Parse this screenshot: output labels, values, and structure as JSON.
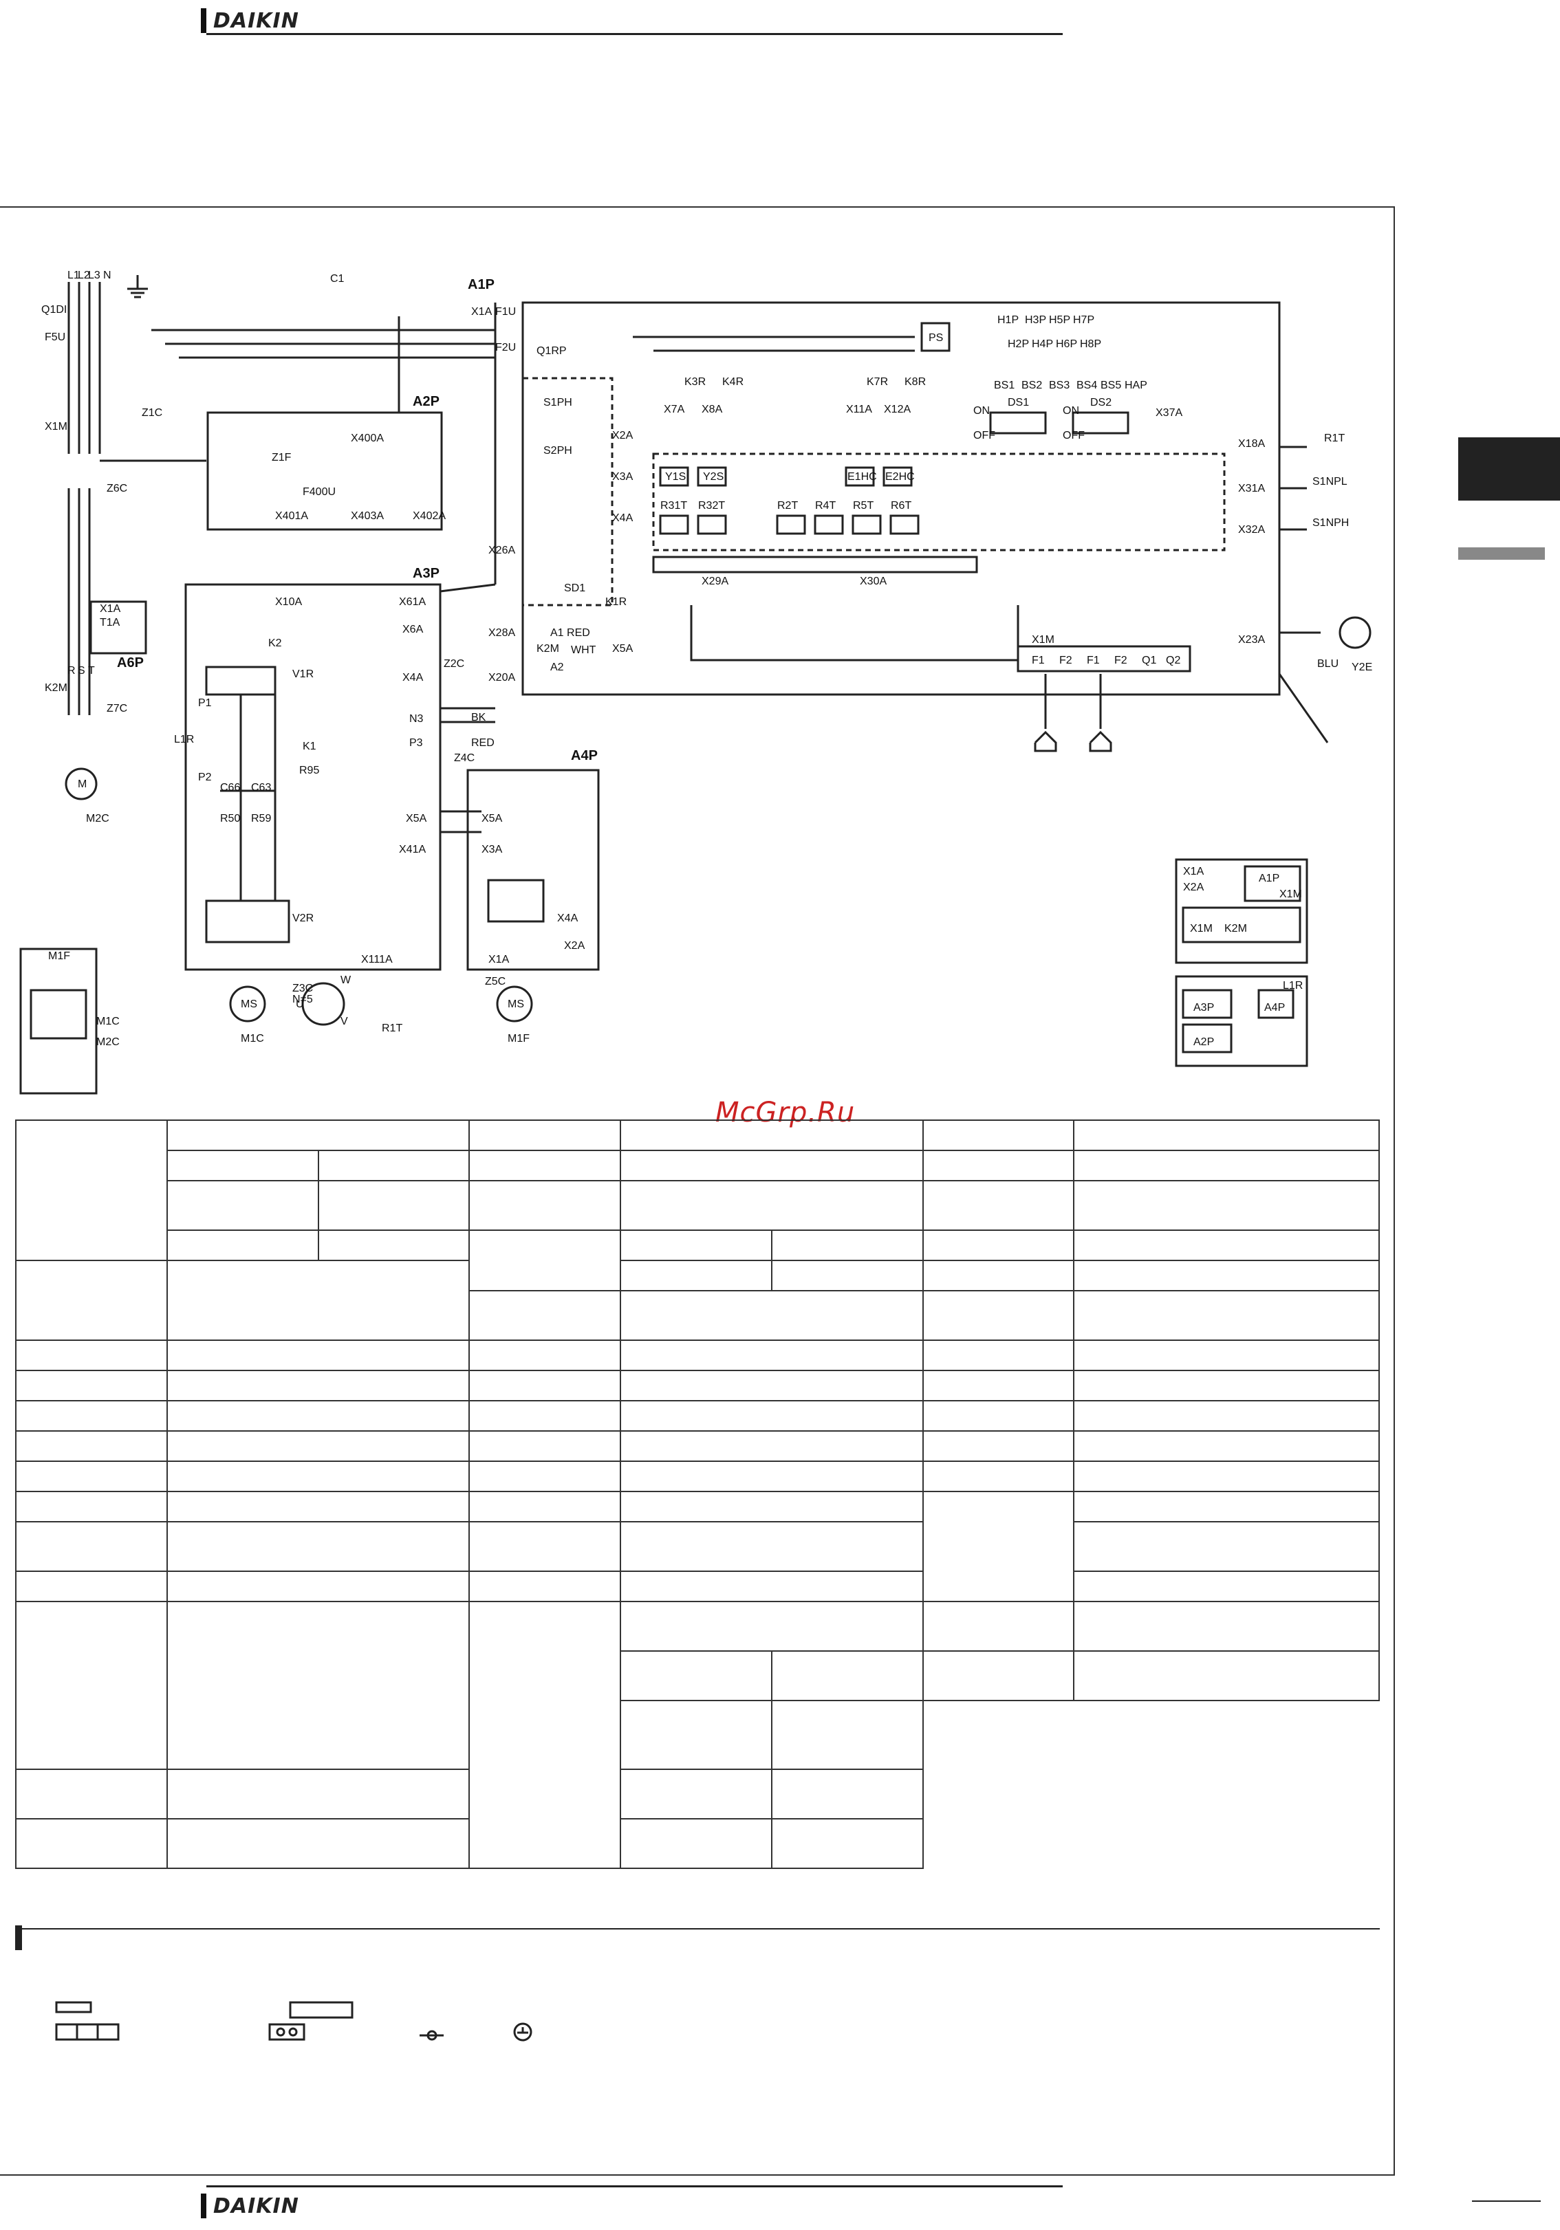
{
  "header": {
    "brand": "DAIKIN"
  },
  "footer": {
    "brand": "DAIKIN"
  },
  "watermark": "McGrp.Ru",
  "diagram": {
    "blocks": {
      "a1p": "A1P",
      "a2p": "A2P",
      "a3p": "A3P",
      "a4p": "A4P",
      "a6p": "A6P"
    },
    "labels": {
      "l1": "L1",
      "l2": "L2",
      "l3": "L3",
      "n": "N",
      "q1di": "Q1DI",
      "f5u": "F5U",
      "x1m": "X1M",
      "z1c": "Z1C",
      "z6c": "Z6C",
      "c1": "C1",
      "x1a": "X1A",
      "f1u": "F1U",
      "f2u": "F2U",
      "q1rp": "Q1RP",
      "ps": "PS",
      "s1ph": "S1PH",
      "s2ph": "S2PH",
      "x2a": "X2A",
      "x3a": "X3A",
      "x4a": "X4A",
      "x5a": "X5A",
      "sd1": "SD1",
      "k1r": "K1R",
      "a1red": "A1 RED",
      "k2m": "K2M",
      "wht": "WHT",
      "a2": "A2",
      "x7a": "X7A",
      "x8a": "X8A",
      "x11a": "X11A",
      "x12a": "X12A",
      "k3r": "K3R",
      "k4r": "K4R",
      "k7r": "K7R",
      "k8r": "K8R",
      "y1s": "Y1S",
      "y2s": "Y2S",
      "e1hc": "E1HC",
      "e2hc": "E2HC",
      "r31t": "R31T",
      "r32t": "R32T",
      "r2t": "R2T",
      "r4t": "R4T",
      "r5t": "R5T",
      "r6t": "R6T",
      "x29a": "X29A",
      "x30a": "X30A",
      "h1p": "H1P",
      "h3p": "H3P",
      "h5p": "H5P",
      "h7p": "H7P",
      "h2p": "H2P",
      "h4p": "H4P",
      "h6p": "H6P",
      "h8p": "H8P",
      "bs1": "BS1",
      "bs2": "BS2",
      "bs3": "BS3",
      "bs4": "BS4",
      "bs5": "BS5",
      "hap": "HAP",
      "ds1": "DS1",
      "ds2": "DS2",
      "on": "ON",
      "off": "OFF",
      "x37a": "X37A",
      "x18a": "X18A",
      "r1t": "R1T",
      "x31a": "X31A",
      "s1npl": "S1NPL",
      "x32a": "X32A",
      "s1nph": "S1NPH",
      "x23a": "X23A",
      "y2e": "Y2E",
      "blu": "BLU",
      "f1": "F1",
      "f2": "F2",
      "q1": "Q1",
      "q2": "Q2",
      "x400a": "X400A",
      "z1f": "Z1F",
      "f400u": "F400U",
      "x401a": "X401A",
      "x403a": "X403A",
      "x402a": "X402A",
      "x26a": "X26A",
      "x10a": "X10A",
      "x61a": "X61A",
      "x6a": "X6A",
      "x28a": "X28A",
      "z2c": "Z2C",
      "x20a": "X20A",
      "k2": "K2",
      "k1": "K1",
      "v1r": "V1R",
      "v2r": "V2R",
      "r95": "R95",
      "p1": "P1",
      "p2": "P2",
      "l1r": "L1R",
      "c66": "C66",
      "c63": "C63",
      "r50": "R50",
      "r59": "R59",
      "x111a": "X111A",
      "r1t_bottom": "R1T",
      "n3": "N3",
      "p3": "P3",
      "bk": "BK",
      "red": "RED",
      "z4c": "Z4C",
      "m1c": "M1C",
      "m2c": "M2C",
      "m1f": "M1F",
      "m1f_motor": "M1F",
      "m2c_motor": "M2C",
      "m1c_motor": "M1C",
      "x41a": "X41A",
      "z3c": "Z3C",
      "n5": "N=5",
      "z7c": "Z7C",
      "z5c": "Z5C",
      "ms": "MS",
      "m": "M",
      "t1a": "T1A",
      "s": "S",
      "r": "R",
      "t": "T",
      "u": "U",
      "v": "V",
      "w": "W",
      "k2m_a6p": "K2M",
      "x1a_a6p": "X1A",
      "z1c_small": "Z1C",
      "x1m_ll": "X1M",
      "x1m_l": "X1M",
      "k2m_ll": "K2M",
      "a1p_small": "A1P",
      "a4p_small": "A4P",
      "a3p_small": "A3P",
      "a2p_small": "A2P",
      "l1r_small": "L1R",
      "x1m_small": "X1M",
      "x2a_small": "X2A",
      "x1a_small": "X1A"
    }
  }
}
